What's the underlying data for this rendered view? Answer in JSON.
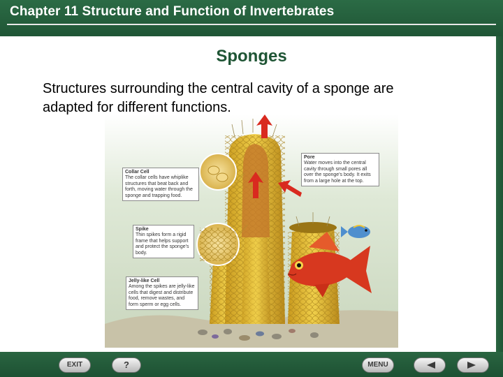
{
  "header": {
    "title": "Chapter 11  Structure and Function of Invertebrates"
  },
  "slide": {
    "title": "Sponges",
    "body": "Structures surrounding the central cavity of a sponge are adapted for different functions."
  },
  "illustration": {
    "callouts": {
      "pore": {
        "title": "Pore",
        "text": "Water moves into the central cavity through small pores all over the sponge's body. It exits from a large hole at the top."
      },
      "collar_cell": {
        "title": "Collar Cell",
        "text": "The collar cells have whiplike structures that beat back and forth, moving water through the sponge and trapping food."
      },
      "spike": {
        "title": "Spike",
        "text": "Thin spikes form a rigid frame that helps support and protect the sponge's body."
      },
      "jelly_cell": {
        "title": "Jelly-like Cell",
        "text": "Among the spikes are jelly-like cells that digest and distribute food, remove wastes, and form sperm or egg cells."
      }
    }
  },
  "nav": {
    "exit_label": "EXIT",
    "help_label": "?",
    "menu_label": "MENU"
  },
  "colors": {
    "header_green": "#1f5535",
    "title_green": "#1f5535",
    "sponge_yellow": "#e8c23a",
    "fish_red": "#d7381f"
  }
}
